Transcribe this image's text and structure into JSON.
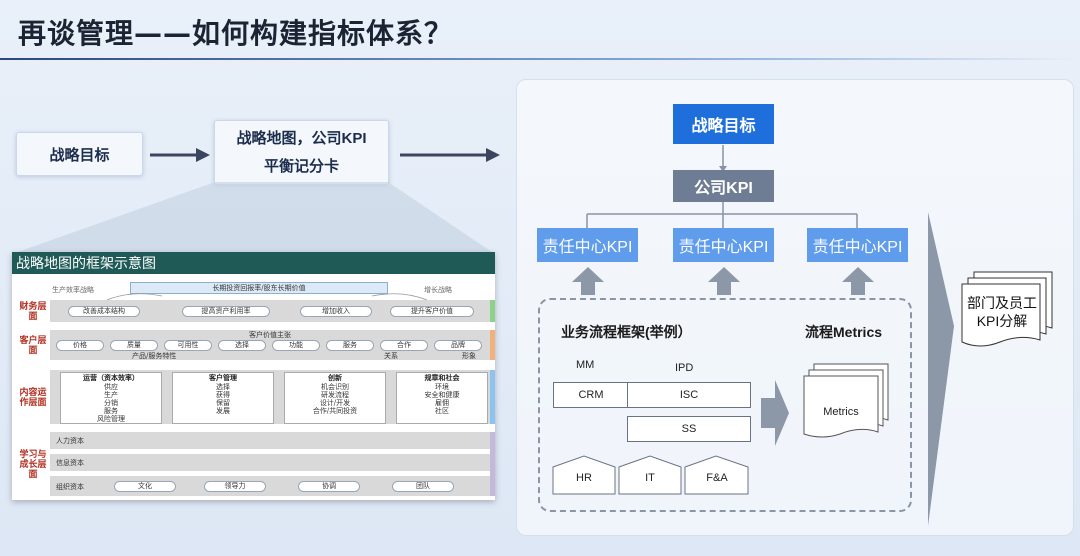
{
  "title": "再谈管理——如何构建指标体系？",
  "left_flow": {
    "goal": "战略目标",
    "map_line1": "战略地图，公司KPI",
    "map_line2": "平衡记分卡"
  },
  "strategy_map": {
    "header": "战略地图的框架示意图",
    "top_left": "生产效率战略",
    "top_center": "长期投资回报率/股东长期价值",
    "top_right": "增长战略",
    "financial": {
      "label": "财务层面",
      "items": [
        "改善成本结构",
        "提高资产利用率",
        "增加收入",
        "提升客户价值"
      ]
    },
    "customer": {
      "label": "客户层面",
      "heading": "客户价值主张",
      "items": [
        "价格",
        "质量",
        "可用性",
        "选择",
        "功能",
        "服务",
        "合作",
        "品牌"
      ],
      "sub_left": "产品/服务特性",
      "sub_mid": "关系",
      "sub_right": "形象"
    },
    "internal": {
      "label": "内容运作层面",
      "groups": [
        {
          "title": "运营（资本效率）",
          "items": [
            "供应",
            "生产",
            "分销",
            "服务",
            "风险管理"
          ]
        },
        {
          "title": "客户管理",
          "items": [
            "选择",
            "获得",
            "保留",
            "发展"
          ]
        },
        {
          "title": "创新",
          "items": [
            "机会识别",
            "研发流程",
            "设计/开发",
            "合作/共同投资"
          ]
        },
        {
          "title": "规章和社会",
          "items": [
            "环境",
            "安全和健康",
            "雇佣",
            "社区"
          ]
        }
      ]
    },
    "learning": {
      "label": "学习与成长层面",
      "rows": [
        "人力资本",
        "信息资本",
        "组织资本"
      ],
      "org_items": [
        "文化",
        "领导力",
        "协调",
        "团队"
      ]
    }
  },
  "right_panel": {
    "goal": "战略目标",
    "company_kpi": "公司KPI",
    "centers": [
      "责任中心KPI",
      "责任中心KPI",
      "责任中心KPI"
    ],
    "process_title": "业务流程框架(举例）",
    "metrics_title": "流程Metrics",
    "mm": "MM",
    "ipd": "IPD",
    "crm": "CRM",
    "isc": "ISC",
    "ss": "SS",
    "hr": "HR",
    "it": "IT",
    "fa": "F&A",
    "metrics_doc": "Metrics",
    "dept_line1": "部门及员工",
    "dept_line2": "KPI分解"
  },
  "colors": {
    "blue": "#1e6fdc",
    "light_blue": "#5f9ceb",
    "gray": "#6f7d94",
    "map_header": "#1f5a57"
  }
}
